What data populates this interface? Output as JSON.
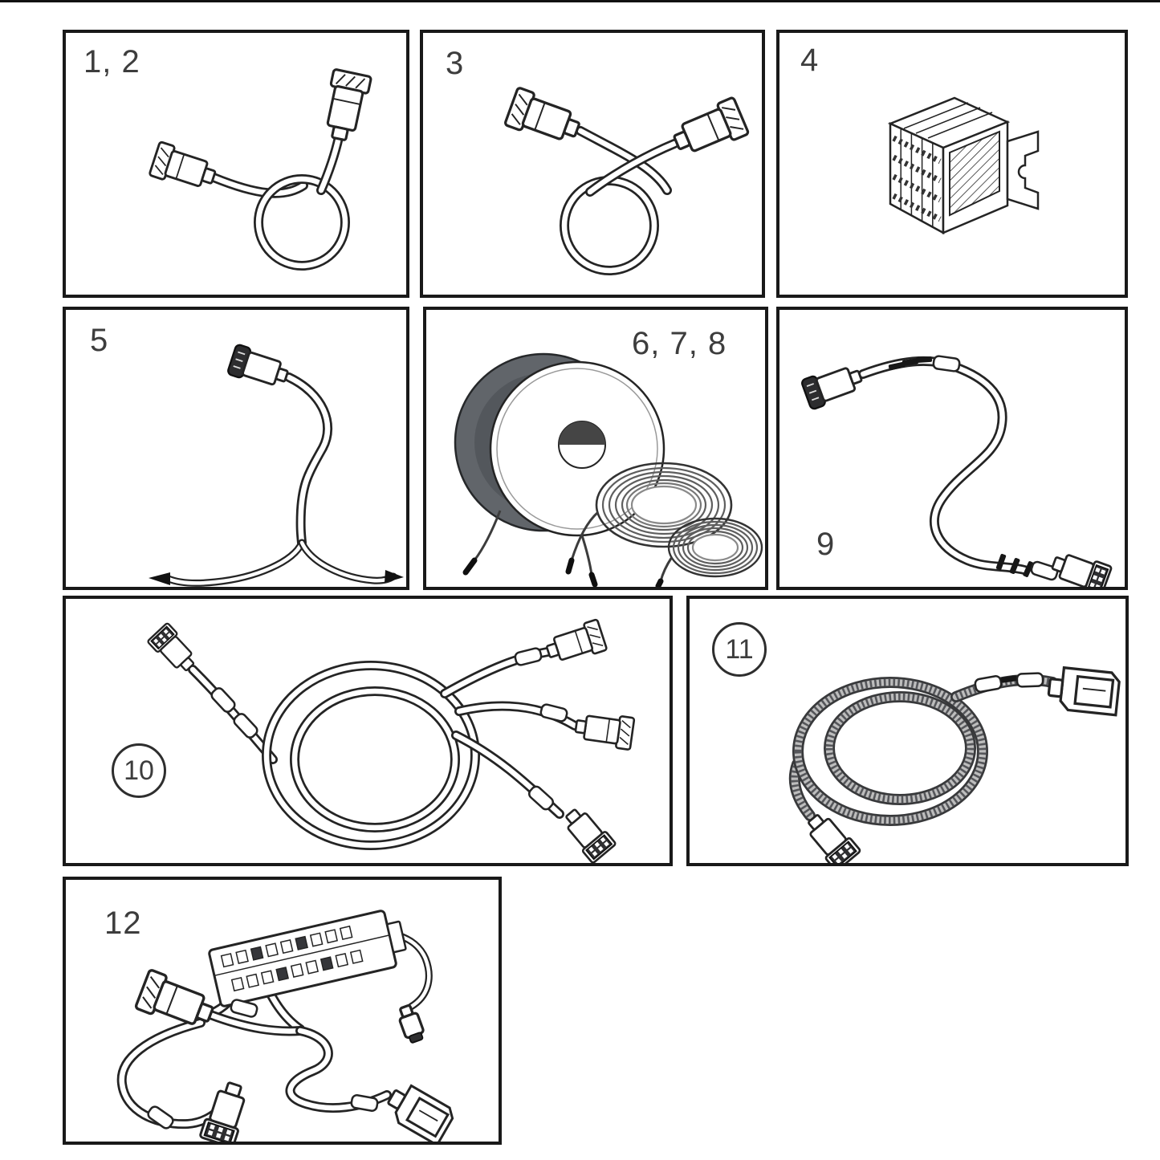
{
  "figure": {
    "kind": "wiring-parts-diagram",
    "background": "#ffffff",
    "line_color": "#242424",
    "border_color": "#191919",
    "label_color": "#3d3d3d",
    "reel_fill": "#61656a"
  },
  "panels": [
    {
      "id": "1-2",
      "label": "1, 2",
      "label_style": "plain",
      "item": "cable-with-coiled-loop-and-two-connectors"
    },
    {
      "id": "3",
      "label": "3",
      "label_style": "plain",
      "item": "cable-with-coiled-loop-and-two-connectors"
    },
    {
      "id": "4",
      "label": "4",
      "label_style": "plain",
      "item": "terminal-block"
    },
    {
      "id": "5",
      "label": "5",
      "label_style": "plain",
      "item": "y-branch-cable-with-connector"
    },
    {
      "id": "6-7-8",
      "label": "6, 7, 8",
      "label_style": "plain",
      "item": "cable-reel-and-wire-coils"
    },
    {
      "id": "9",
      "label": "9",
      "label_style": "plain",
      "item": "extension-cable-with-two-connectors"
    },
    {
      "id": "10",
      "label": "10",
      "label_style": "circled",
      "item": "multi-branch-wiring-harness"
    },
    {
      "id": "11",
      "label": "11",
      "label_style": "circled",
      "item": "braided-extension-cable"
    },
    {
      "id": "12",
      "label": "12",
      "label_style": "plain",
      "item": "harness-with-multipin-connector-block"
    }
  ]
}
